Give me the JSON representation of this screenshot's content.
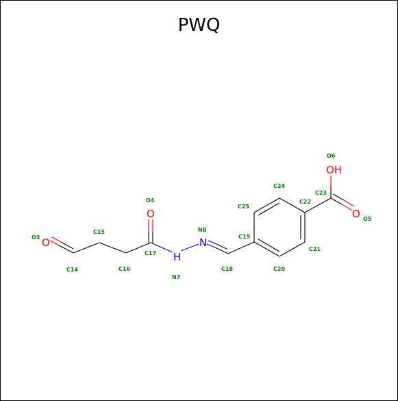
{
  "title": "PWQ",
  "colors": {
    "carbon": "#000000",
    "oxygen": "#ff0000",
    "nitrogen": "#0000ff",
    "label": "#008000"
  },
  "atoms": {
    "O3": "O",
    "O4": "O",
    "O5": "O",
    "O6": "OH",
    "N7": "H",
    "N8": "N"
  },
  "labels": {
    "O3": "O3",
    "O4": "O4",
    "O5": "O5",
    "O6": "O6",
    "N7": "N7",
    "N8": "N8",
    "C14": "C14",
    "C15": "C15",
    "C16": "C16",
    "C17": "C17",
    "C18": "C18",
    "C19": "C19",
    "C20": "C20",
    "C21": "C21",
    "C22": "C22",
    "C23": "C23",
    "C24": "C24",
    "C25": "C25"
  }
}
